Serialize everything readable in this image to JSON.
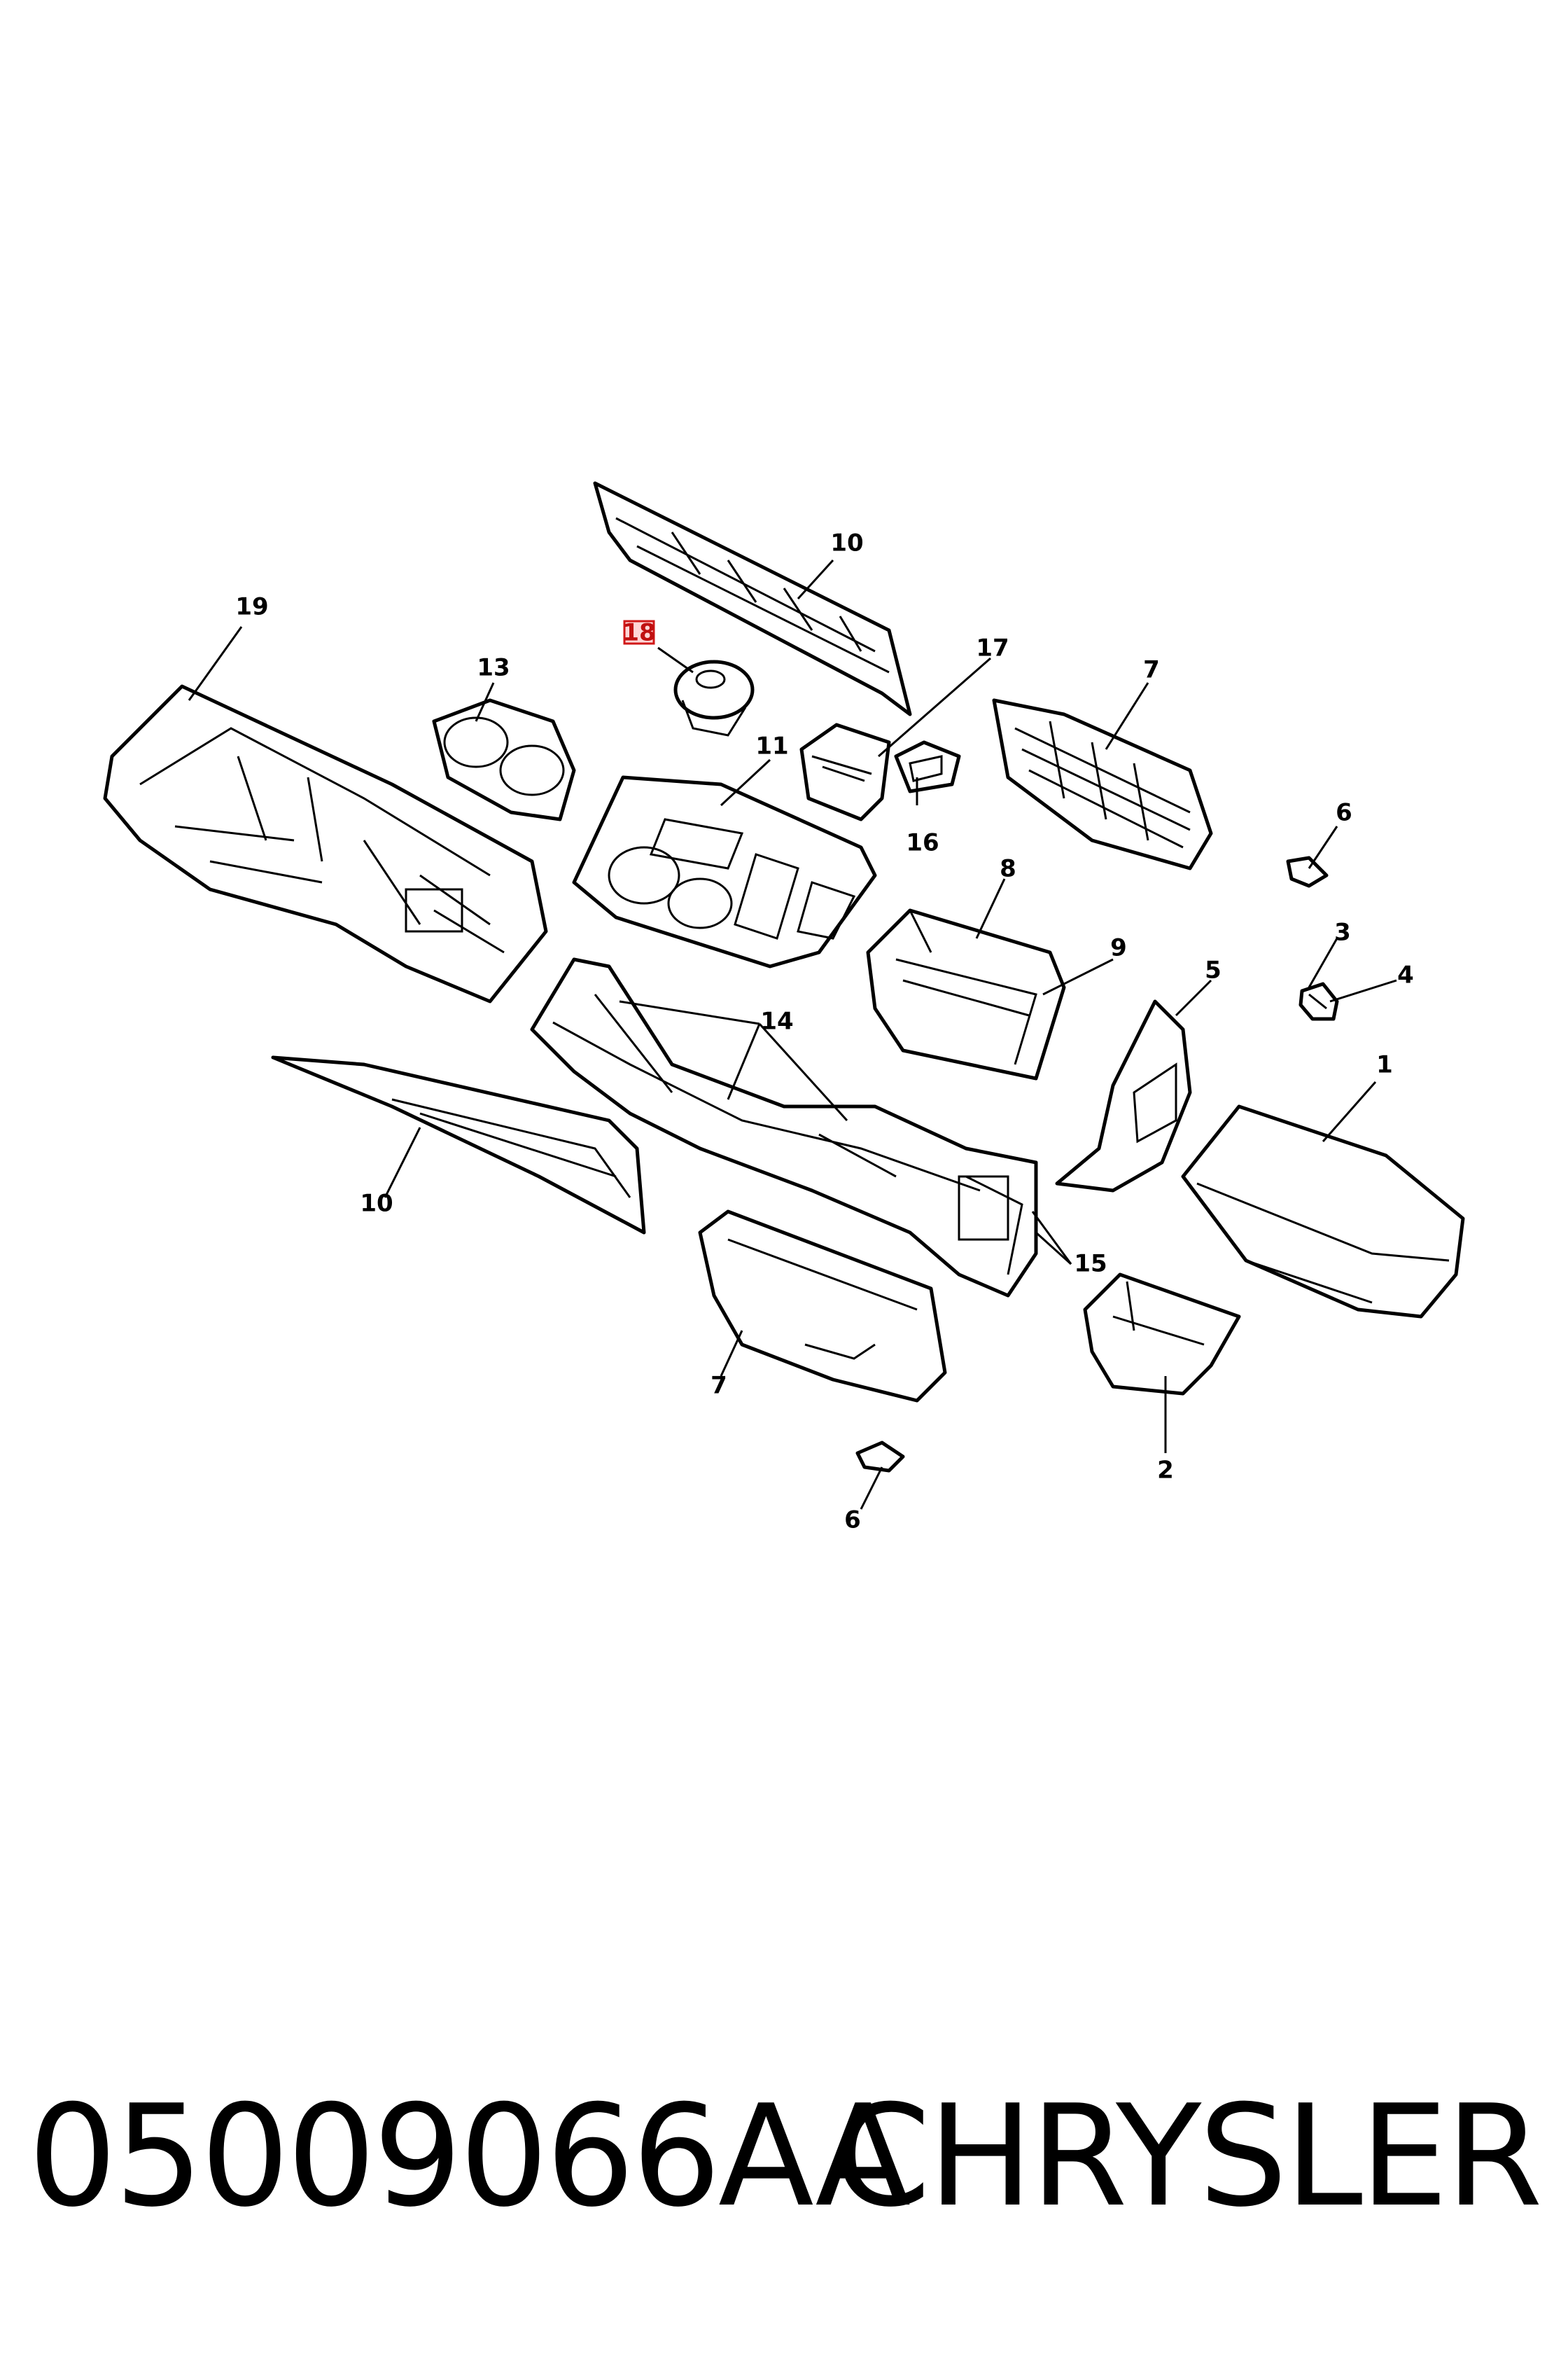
{
  "callouts": {
    "c1": "1",
    "c2": "2",
    "c3": "3",
    "c4": "4",
    "c5": "5",
    "c6a": "6",
    "c6b": "6",
    "c7a": "7",
    "c7b": "7",
    "c8": "8",
    "c9": "9",
    "c10a": "10",
    "c10b": "10",
    "c11": "11",
    "c13": "13",
    "c14": "14",
    "c15": "15",
    "c16": "16",
    "c17": "17",
    "c18": "18",
    "c19": "19"
  },
  "highlighted_callout": "18",
  "highlight_color": "#d01818",
  "footer": {
    "part_number": "05009066AA",
    "brand": "CHRYSLER"
  }
}
